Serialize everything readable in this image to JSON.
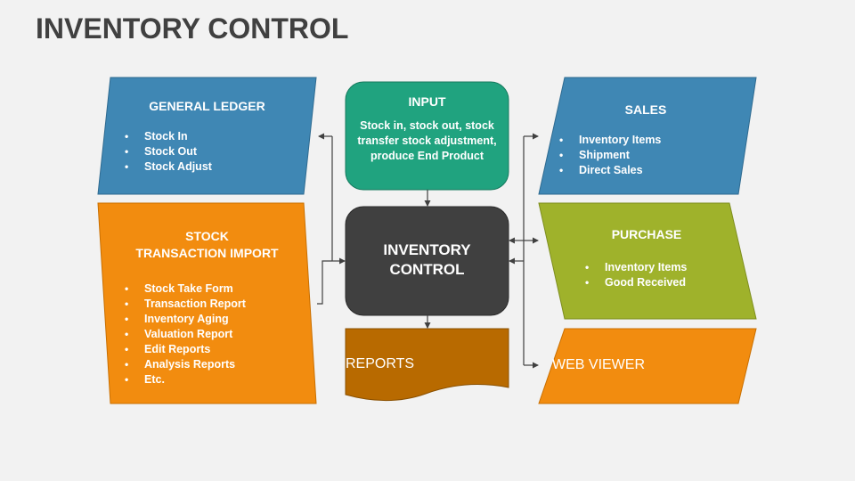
{
  "title": "INVENTORY CONTROL",
  "colors": {
    "blue": "#3f87b4",
    "orange": "#f28c0f",
    "green": "#20a37f",
    "dark": "#404040",
    "olive": "#9fb22b",
    "brown": "#b86a00"
  },
  "general_ledger": {
    "heading": "GENERAL LEDGER",
    "items": [
      "Stock In",
      "Stock Out",
      "Stock Adjust"
    ]
  },
  "stock_import": {
    "heading_line1": "STOCK",
    "heading_line2": "TRANSACTION IMPORT",
    "items": [
      "Stock Take Form",
      "Transaction Report",
      "Inventory Aging",
      "Valuation Report",
      "Edit Reports",
      "Analysis Reports",
      "Etc."
    ]
  },
  "input": {
    "heading": "INPUT",
    "text": "Stock in, stock out, stock transfer stock adjustment, produce End Product"
  },
  "inventory_control": {
    "line1": "INVENTORY",
    "line2": "CONTROL"
  },
  "reports": {
    "heading": "REPORTS"
  },
  "sales": {
    "heading": "SALES",
    "items": [
      "Inventory Items",
      "Shipment",
      "Direct Sales"
    ]
  },
  "purchase": {
    "heading": "PURCHASE",
    "items": [
      "Inventory Items",
      "Good Received"
    ]
  },
  "web_viewer": {
    "heading": "WEB VIEWER"
  }
}
